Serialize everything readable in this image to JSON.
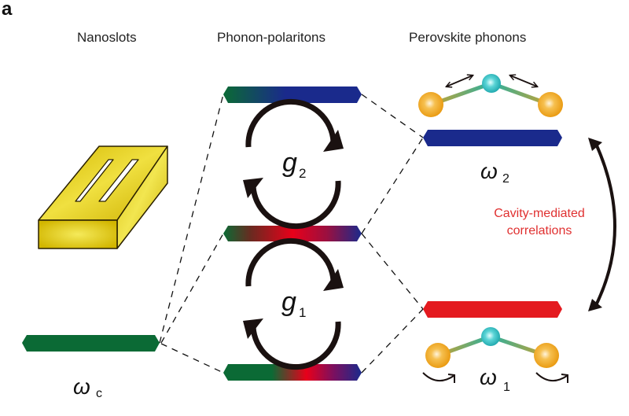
{
  "panel_label": "a",
  "columns": {
    "nanoslots": "Nanoslots",
    "polaritons": "Phonon-polaritons",
    "perovskite": "Perovskite phonons"
  },
  "symbols": {
    "omega": "ω",
    "g": "g",
    "sub_c": "c",
    "sub_1": "1",
    "sub_2": "2"
  },
  "annotation": {
    "line1": "Cavity-mediated",
    "line2": "correlations"
  },
  "colors": {
    "green": "#0b6a35",
    "blue": "#1a2a8c",
    "red": "#e41a1f",
    "annotation": "#e03030",
    "gold": "#e3cc12",
    "orange_atom": "#f0a21a",
    "cyan_atom": "#2fc0c4",
    "arrow": "#1a1110"
  }
}
